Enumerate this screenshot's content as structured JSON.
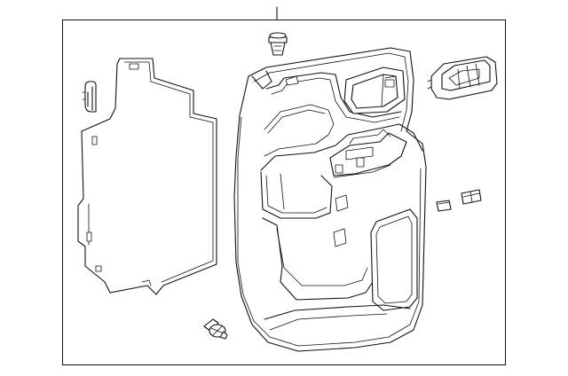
{
  "diagram": {
    "kind": "exploded parts diagram",
    "line_color": "#111111",
    "background_color": "#ffffff",
    "parts": [
      {
        "id": "door-trim-panel"
      },
      {
        "id": "water-deflector"
      },
      {
        "id": "deflector-clip"
      },
      {
        "id": "retainer-plug"
      },
      {
        "id": "door-handle-bezel"
      },
      {
        "id": "trim-clip-pair"
      },
      {
        "id": "push-pin-fastener"
      }
    ]
  }
}
